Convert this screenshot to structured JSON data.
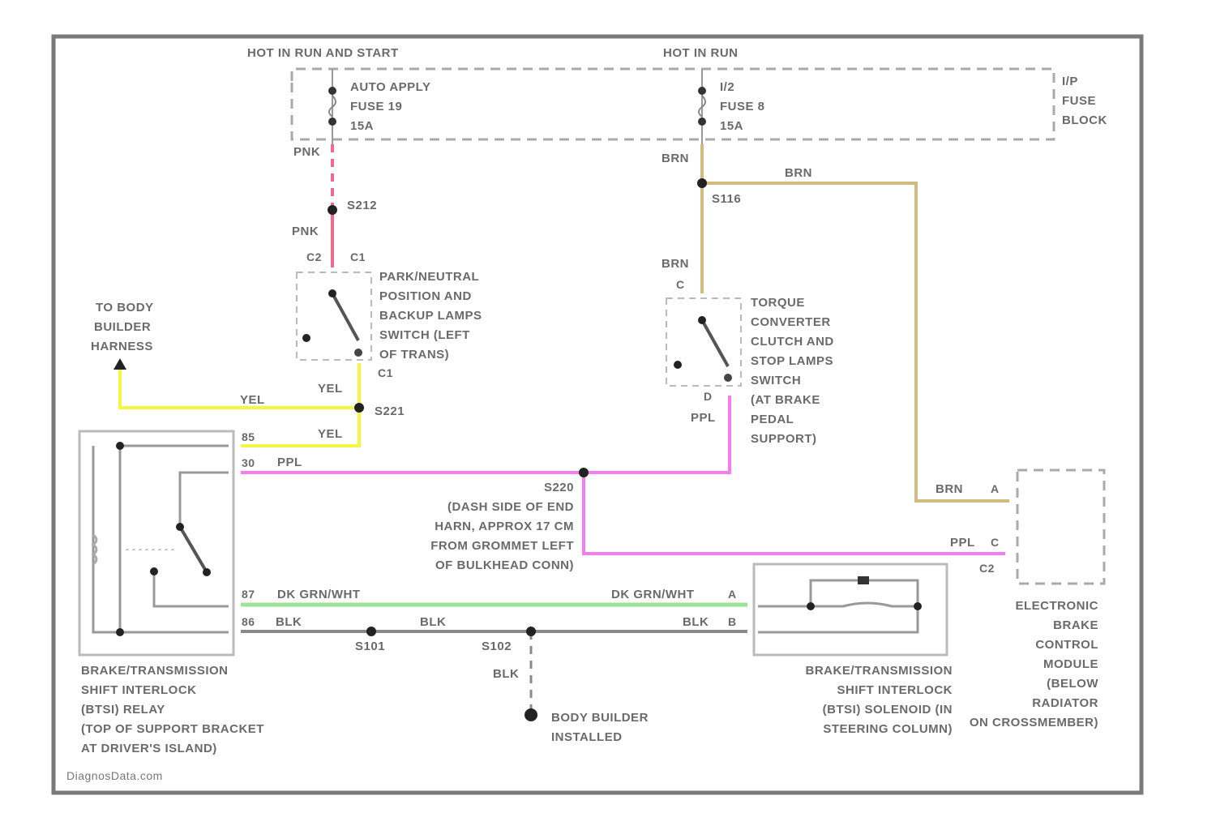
{
  "colors": {
    "pnk": "#f06a8a",
    "brn": "#d2bb7f",
    "yel": "#f5f542",
    "ppl": "#f47ef0",
    "dkgrnwht": "#9be39b",
    "blk": "#8a8a8a",
    "frame": "#7a7a7a"
  },
  "power": {
    "hot_run_start": "HOT IN RUN AND START",
    "hot_run": "HOT IN RUN"
  },
  "fuse19": [
    "AUTO APPLY",
    "FUSE 19",
    "15A"
  ],
  "fuse8": [
    "I/2",
    "FUSE 8",
    "15A"
  ],
  "fuse_block": [
    "I/P",
    "FUSE",
    "BLOCK"
  ],
  "wires": {
    "pnk1": "PNK",
    "pnk2": "PNK",
    "s212": "S212",
    "brn1": "BRN",
    "brn2": "BRN",
    "brn3": "BRN",
    "brn4": "BRN",
    "s116": "S116",
    "yel1": "YEL",
    "yel2": "YEL",
    "yel3": "YEL",
    "s221": "S221",
    "ppl1": "PPL",
    "ppl2": "PPL",
    "ppl3": "PPL",
    "dkgrn1": "DK GRN/WHT",
    "dkgrn2": "DK GRN/WHT",
    "blk1": "BLK",
    "blk2": "BLK",
    "blk3": "BLK",
    "blk4": "BLK",
    "s101": "S101",
    "s102": "S102"
  },
  "pins": {
    "c2": "C2",
    "c1a": "C1",
    "c1b": "C1",
    "c_tcc": "C",
    "d_tcc": "D",
    "p85": "85",
    "p30": "30",
    "p87": "87",
    "p86": "86",
    "a_sol": "A",
    "b_sol": "B",
    "a_ecbm": "A",
    "c_ecbm": "C",
    "c2_ecbm": "C2"
  },
  "pnp_switch": [
    "PARK/NEUTRAL",
    "POSITION AND",
    "BACKUP LAMPS",
    "SWITCH (LEFT",
    "OF TRANS)"
  ],
  "tcc_switch": [
    "TORQUE",
    "CONVERTER",
    "CLUTCH AND",
    "STOP LAMPS",
    "SWITCH",
    "(AT BRAKE",
    "PEDAL",
    "SUPPORT)"
  ],
  "body_builder_harness": [
    "TO BODY",
    "BUILDER",
    "HARNESS"
  ],
  "s220": [
    "S220",
    "(DASH SIDE OF END",
    "HARN, APPROX 17 CM",
    "FROM GROMMET LEFT",
    "OF BULKHEAD CONN)"
  ],
  "relay": [
    "BRAKE/TRANSMISSION",
    "SHIFT INTERLOCK",
    "(BTSI) RELAY",
    "(TOP OF SUPPORT BRACKET",
    "AT DRIVER'S ISLAND)"
  ],
  "solenoid": [
    "BRAKE/TRANSMISSION",
    "SHIFT INTERLOCK",
    "(BTSI) SOLENOID (IN",
    "STEERING COLUMN)"
  ],
  "ecbm": [
    "ELECTRONIC",
    "BRAKE",
    "CONTROL",
    "MODULE",
    "(BELOW",
    "RADIATOR",
    "ON CROSSMEMBER)"
  ],
  "ground": [
    "BODY BUILDER",
    "INSTALLED"
  ],
  "watermark": "DiagnosData.com"
}
